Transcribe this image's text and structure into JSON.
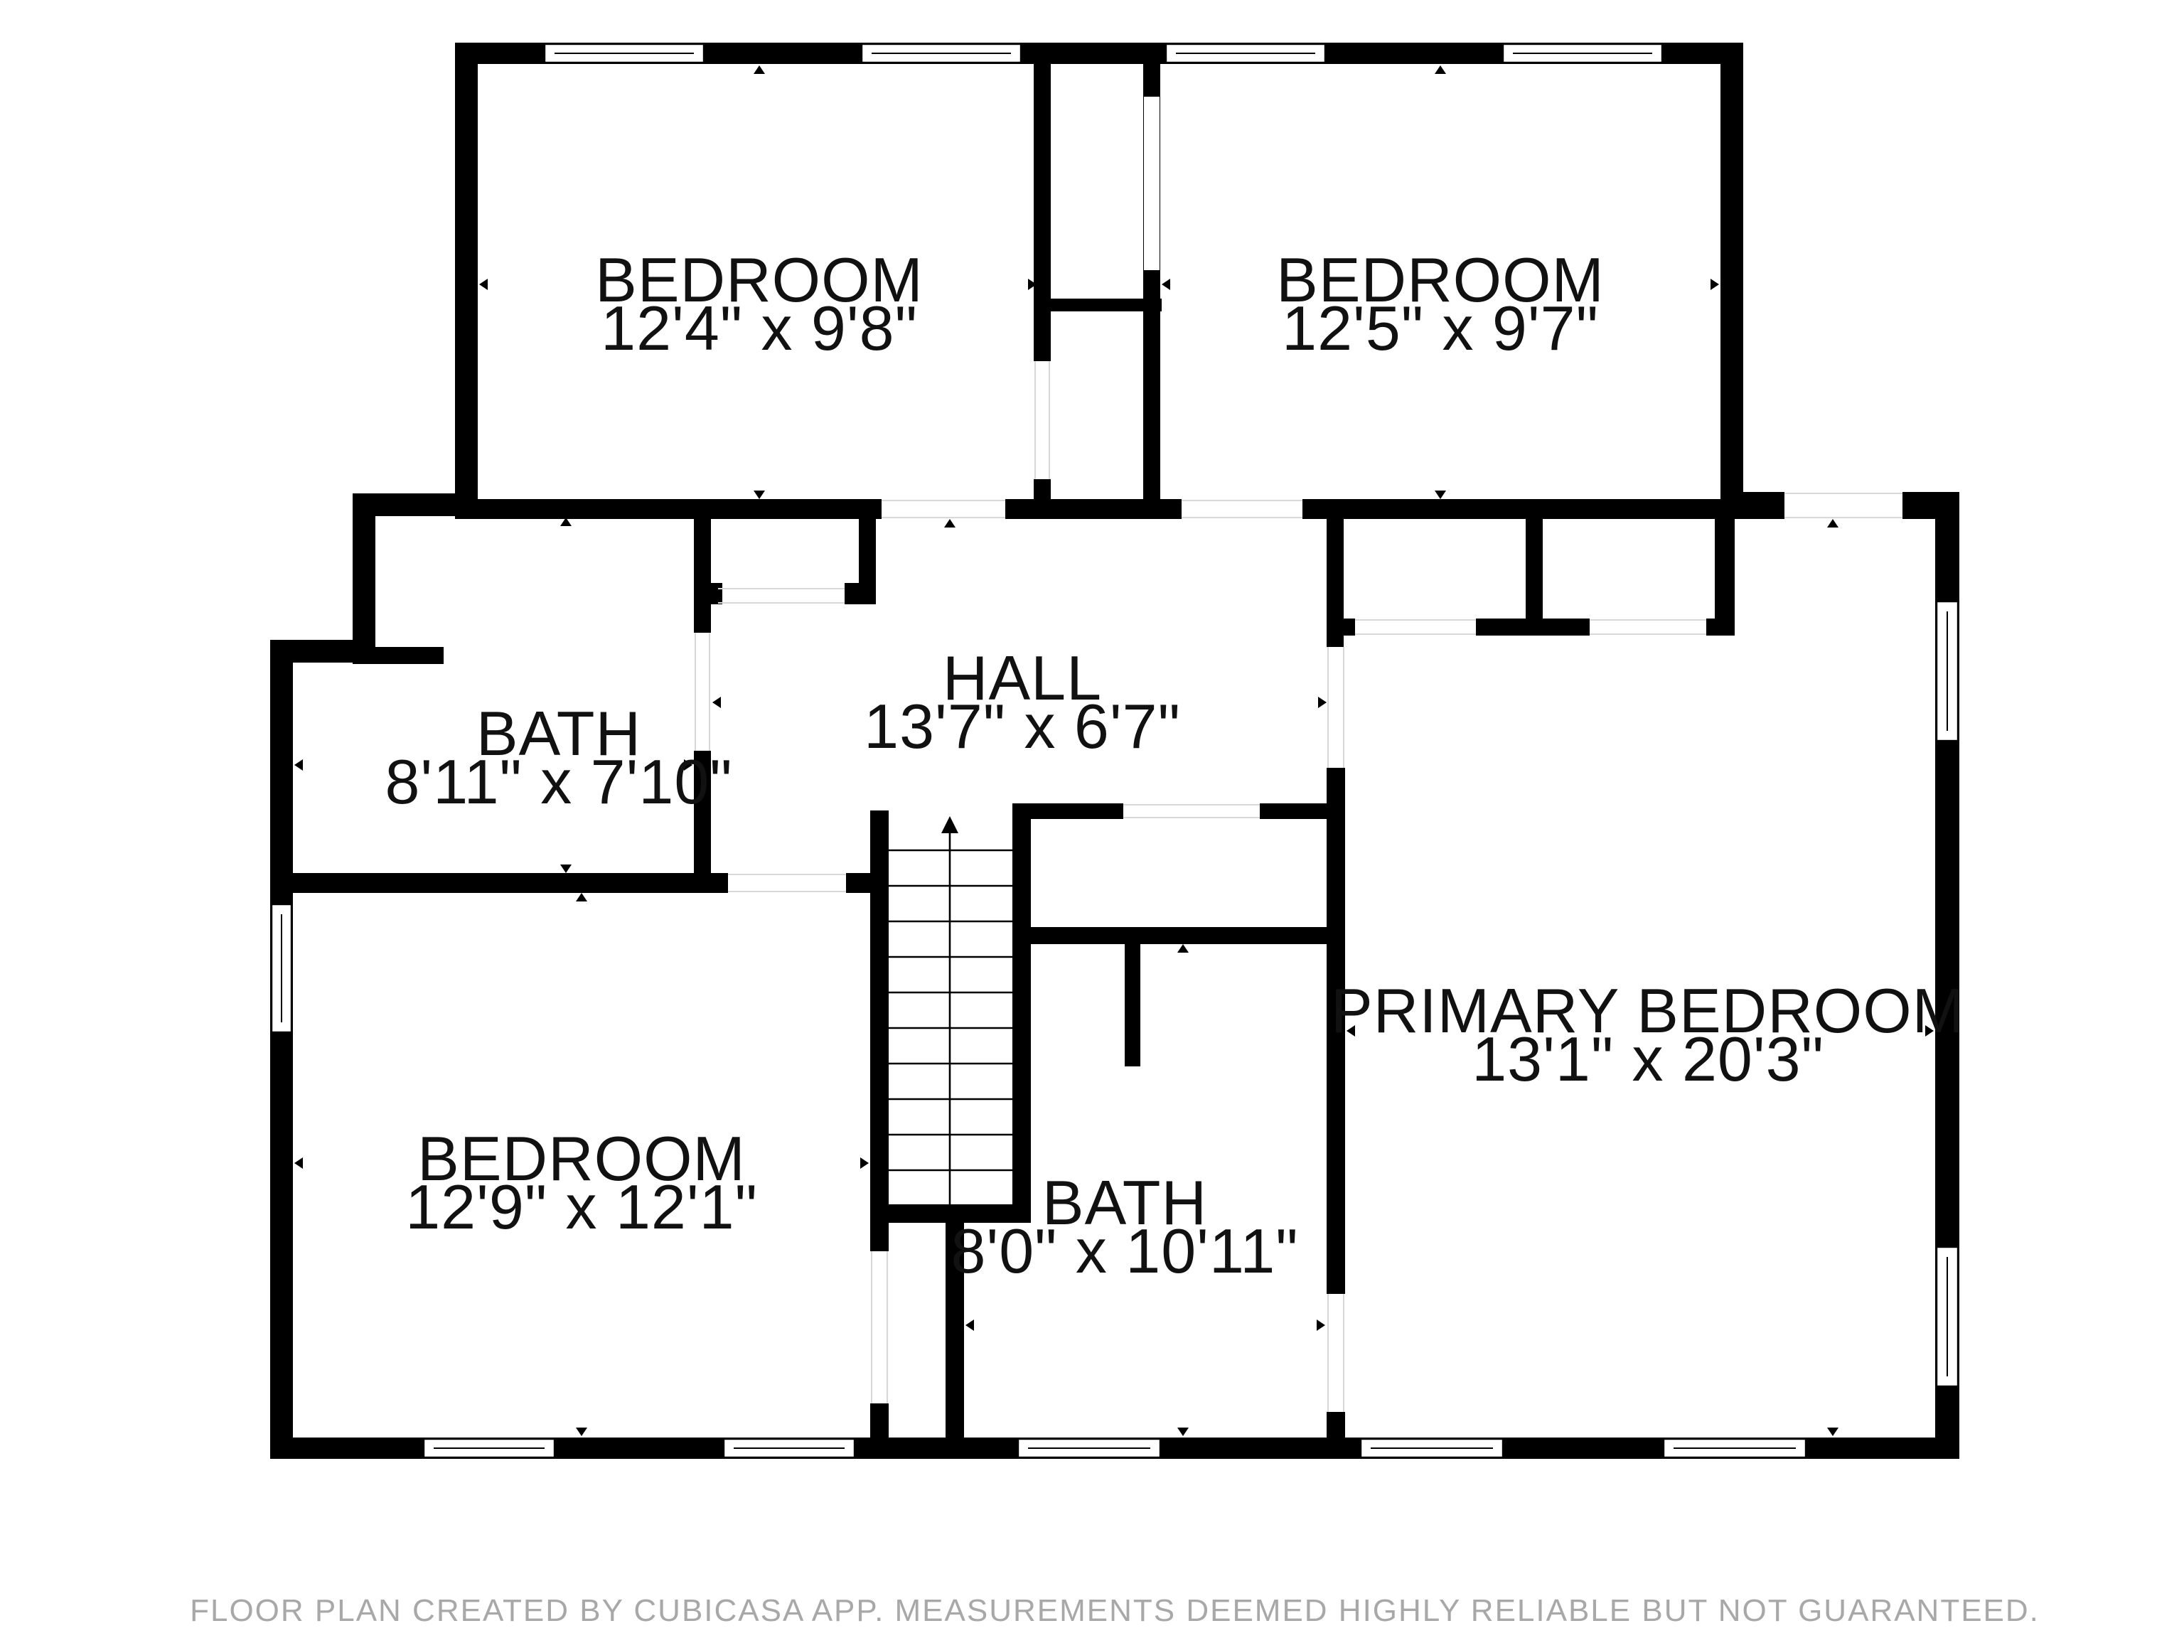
{
  "rooms": {
    "bedroom_nw": {
      "name": "BEDROOM",
      "dims": "12'4\" x 9'8\""
    },
    "bedroom_ne": {
      "name": "BEDROOM",
      "dims": "12'5\" x 9'7\""
    },
    "bath_w": {
      "name": "BATH",
      "dims": "8'11\" x 7'10\""
    },
    "hall": {
      "name": "HALL",
      "dims": "13'7\" x 6'7\""
    },
    "bedroom_sw": {
      "name": "BEDROOM",
      "dims": "12'9\" x 12'1\""
    },
    "bath_s": {
      "name": "BATH",
      "dims": "8'0\" x 10'11\""
    },
    "primary_bedroom": {
      "name": "PRIMARY BEDROOM",
      "dims": "13'1\" x 20'3\""
    }
  },
  "footer": {
    "credit": "FLOOR PLAN CREATED BY CUBICASA APP. MEASUREMENTS DEEMED HIGHLY RELIABLE BUT NOT GUARANTEED."
  },
  "colors": {
    "wall": "#000000",
    "window": "#ffffff",
    "background": "#ffffff",
    "credit_text": "#a8a8a8"
  }
}
